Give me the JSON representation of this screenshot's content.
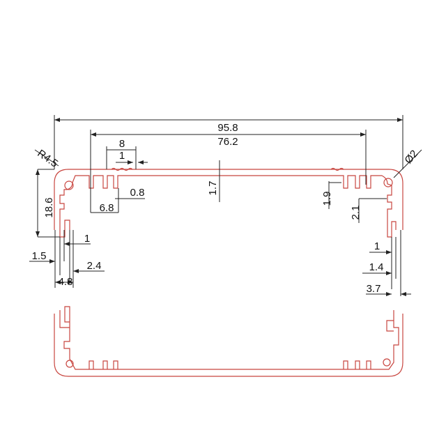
{
  "colors": {
    "profile": "#c8453f",
    "dimension": "#222222"
  },
  "dimensions": {
    "overall_width": "95.8",
    "inner_width": "76.2",
    "fin_group_width": "8",
    "fin_pitch": "1",
    "wall_thickness": "1.7",
    "fin_gap": "0.8",
    "fin_offset": "6.8",
    "corner_radius": "R4.5",
    "side_height": "18.6",
    "left_wall": "1.5",
    "left_slot": "1",
    "left_tab": "2.4",
    "left_total": "4.8",
    "hole_diameter": "Ø2",
    "right_fin_depth": "1.9",
    "right_rib": "2.1",
    "right_slot": "1",
    "right_wall": "1.4",
    "right_total": "3.7"
  }
}
